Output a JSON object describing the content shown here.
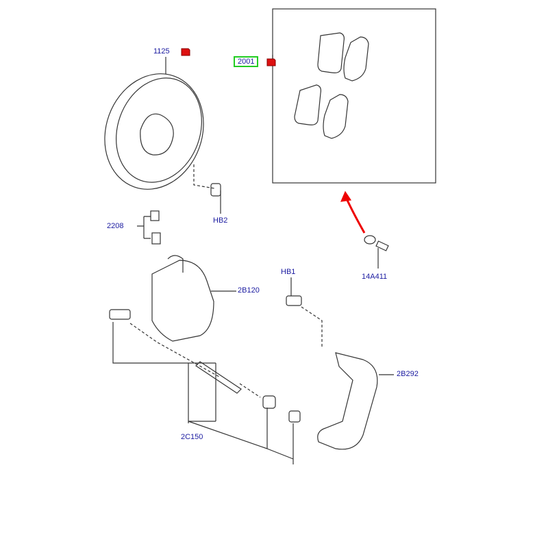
{
  "diagram": {
    "parts": [
      {
        "id": "1125",
        "label": "1125",
        "note_icon": true
      },
      {
        "id": "2001",
        "label": "2001",
        "note_icon": true,
        "highlighted": true
      },
      {
        "id": "HB2",
        "label": "HB2"
      },
      {
        "id": "2208",
        "label": "2208"
      },
      {
        "id": "2B120",
        "label": "2B120"
      },
      {
        "id": "HB1",
        "label": "HB1"
      },
      {
        "id": "14A411",
        "label": "14A411"
      },
      {
        "id": "2B292",
        "label": "2B292"
      },
      {
        "id": "2C150",
        "label": "2C150"
      }
    ],
    "colors": {
      "label": "#1a1aa0",
      "highlight": "#22cc22",
      "note_icon": "#dd1111",
      "arrow": "#ee0000"
    }
  }
}
